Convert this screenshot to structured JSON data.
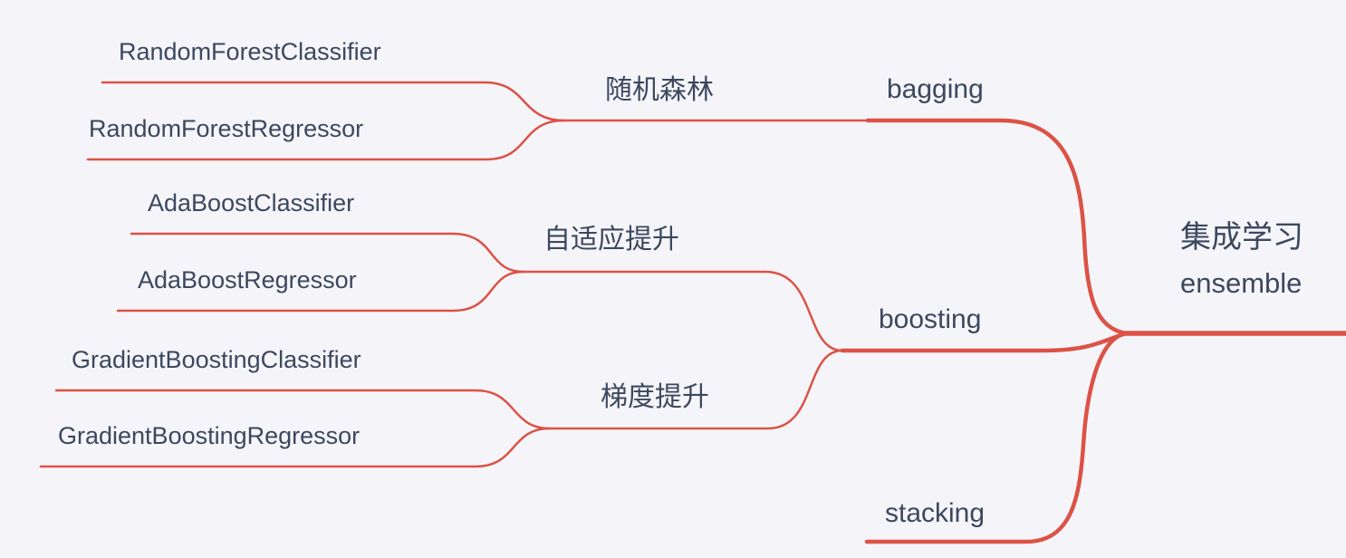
{
  "mindmap": {
    "root": {
      "label": "集成学习",
      "sublabel": "ensemble"
    },
    "branches": [
      {
        "label": "bagging",
        "children": [
          {
            "label": "随机森林",
            "children": [
              {
                "label": "RandomForestClassifier"
              },
              {
                "label": "RandomForestRegressor"
              }
            ]
          }
        ]
      },
      {
        "label": "boosting",
        "children": [
          {
            "label": "自适应提升",
            "children": [
              {
                "label": "AdaBoostClassifier"
              },
              {
                "label": "AdaBoostRegressor"
              }
            ]
          },
          {
            "label": "梯度提升",
            "children": [
              {
                "label": "GradientBoostingClassifier"
              },
              {
                "label": "GradientBoostingRegressor"
              }
            ]
          }
        ]
      },
      {
        "label": "stacking",
        "children": []
      }
    ],
    "colors": {
      "background": "#f5f5f9",
      "line": "#dc5246",
      "text": "#3b485f"
    }
  }
}
